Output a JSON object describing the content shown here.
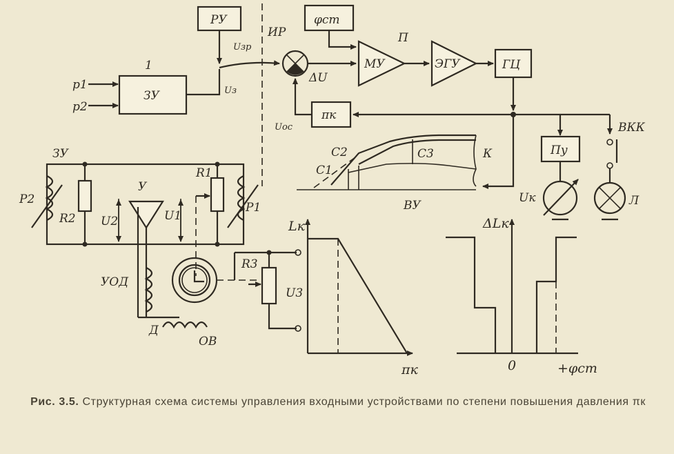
{
  "blocks": {
    "ru": "РУ",
    "zu": "ЗУ",
    "phi_st": "φст",
    "mu": "МУ",
    "egu": "ЭГУ",
    "gc": "ГЦ",
    "pi_k": "πк",
    "p_u": "Пу"
  },
  "labels": {
    "num_1": "1",
    "p_top": "П",
    "ir": "ИР",
    "u_zr": "Uзр",
    "u_z_top": "Uз",
    "delta_u": "ΔU",
    "u_os": "Uос",
    "p1_in": "p1",
    "p2_in": "p2",
    "vkk": "ВКК",
    "c1": "C1",
    "c2": "C2",
    "c3": "C3",
    "k": "К",
    "vu": "ВУ",
    "u_k": "Uк",
    "l": "Л",
    "zu_circuit": "ЗУ",
    "r1": "R1",
    "r2": "R2",
    "r3": "R3",
    "p1_bellows": "Р1",
    "p2_bellows": "Р2",
    "u_amp": "У",
    "u1": "U1",
    "u2": "U2",
    "u3": "U3",
    "uod": "УОД",
    "d": "Д",
    "ov": "ОВ"
  },
  "chart_left": {
    "ylabel": "Lк",
    "xlabel": "πк"
  },
  "chart_right": {
    "ylabel": "ΔLк",
    "zero": "0",
    "xmark": "+φст"
  },
  "caption": {
    "lead": "Рис. 3.5.",
    "text": "Структурная схема системы управления входными устройствами по степени повышения давления πк"
  },
  "colors": {
    "paper": "#efe9d2",
    "ink": "#2f2a22"
  }
}
